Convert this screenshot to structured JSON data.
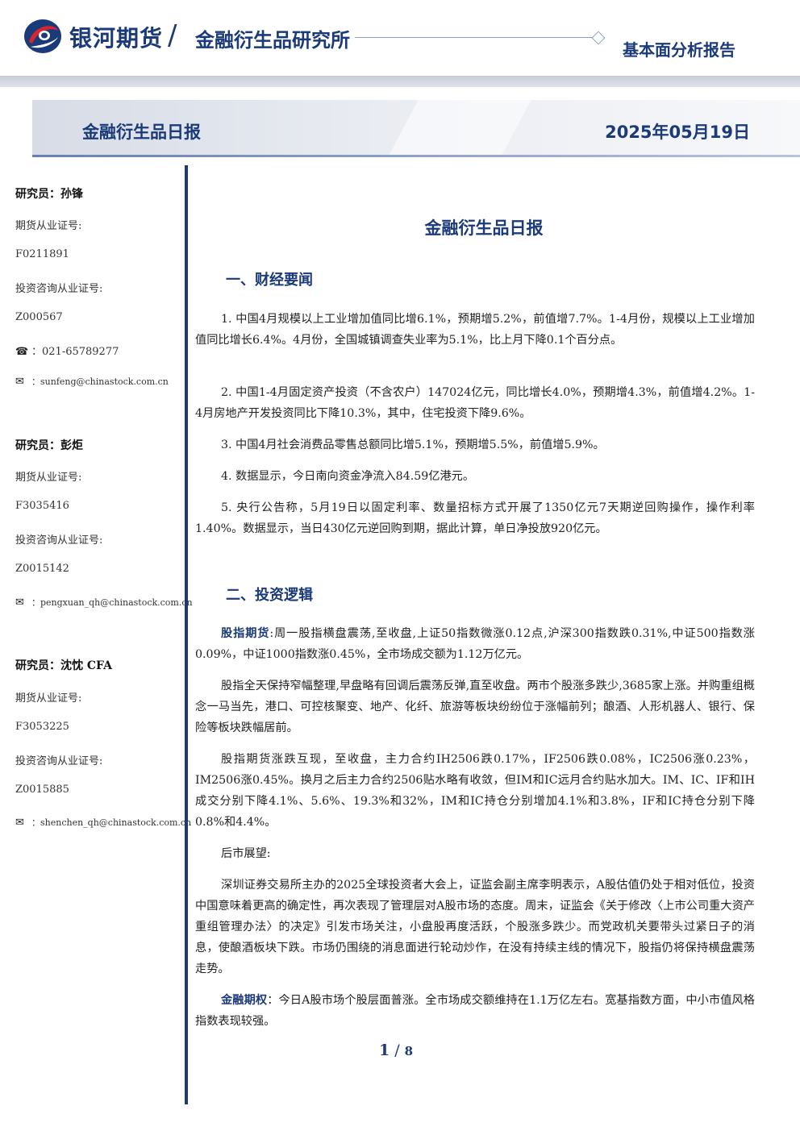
{
  "header": {
    "brand": "银河期货",
    "slash": "/",
    "institute": "金融衍生品研究所",
    "report_type": "基本面分析报告",
    "colors": {
      "brand_blue": "#1b3a7a",
      "logo_red": "#d7262e"
    }
  },
  "banner": {
    "title": "金融衍生品日报",
    "date": "2025年05月19日"
  },
  "sidebar": {
    "analysts": [
      {
        "name_line": "研究员：孙锋",
        "futures_cert_label": "期货从业证号:",
        "futures_cert": "F0211891",
        "advisory_cert_label": "投资咨询从业证号:",
        "advisory_cert": "Z000567",
        "phone": "：021-65789277",
        "email": "：sunfeng@chinastock.com.cn"
      },
      {
        "name_line": "研究员：彭炬",
        "futures_cert_label": "期货从业证号:",
        "futures_cert": "F3035416",
        "advisory_cert_label": "投资咨询从业证号:",
        "advisory_cert": "Z0015142",
        "email": "：pengxuan_qh@chinastock.com.cn"
      },
      {
        "name_line": "研究员：沈忱  CFA",
        "futures_cert_label": "期货从业证号:",
        "futures_cert": "F3053225",
        "advisory_cert_label": "投资咨询从业证号:",
        "advisory_cert": "Z0015885",
        "email": "：shenchen_qh@chinastock.com.cn"
      }
    ],
    "icons": {
      "phone": "phone-icon",
      "email": "email-icon"
    }
  },
  "main": {
    "doc_title": "金融衍生品日报",
    "section1_title": "一、财经要闻",
    "news": [
      "1. 中国4月规模以上工业增加值同比增6.1%，预期增5.2%，前值增7.7%。1-4月份，规模以上工业增加值同比增长6.4%。4月份，全国城镇调查失业率为5.1%，比上月下降0.1个百分点。",
      "2. 中国1-4月固定资产投资（不含农户）147024亿元，同比增长4.0%，预期增4.3%，前值增4.2%。1-4月房地产开发投资同比下降10.3%，其中，住宅投资下降9.6%。",
      "3. 中国4月社会消费品零售总额同比增5.1%，预期增5.5%，前值增5.9%。",
      "4. 数据显示，今日南向资金净流入84.59亿港元。",
      "5. 央行公告称，5月19日以固定利率、数量招标方式开展了1350亿元7天期逆回购操作，操作利率1.40%。数据显示，当日430亿元逆回购到期，据此计算，单日净投放920亿元。"
    ],
    "section2_title": "二、投资逻辑",
    "stock_futures_lead": "股指期货",
    "stock_futures_text": ":周一股指横盘震荡,至收盘,上证50指数微涨0.12点,沪深300指数跌0.31%,中证500指数涨0.09%，中证1000指数涨0.45%，全市场成交额为1.12万亿元。",
    "para_intraday": "股指全天保持窄幅整理,早盘略有回调后震荡反弹,直至收盘。两市个股涨多跌少,3685家上涨。并购重组概念一马当先，港口、可控核聚变、地产、化纤、旅游等板块纷纷位于涨幅前列；酿酒、人形机器人、银行、保险等板块跌幅居前。",
    "para_contracts": "股指期货涨跌互现，至收盘，主力合约IH2506跌0.17%，IF2506跌0.08%，IC2506涨0.23%，IM2506涨0.45%。换月之后主力合约2506贴水略有收敛，但IM和IC远月合约贴水加大。IM、IC、IF和IH成交分别下降4.1%、5.6%、19.3%和32%，IM和IC持仓分别增加4.1%和3.8%，IF和IC持仓分别下降0.8%和4.4%。",
    "outlook_label": "后市展望:",
    "para_outlook": "深圳证券交易所主办的2025全球投资者大会上，证监会副主席李明表示，A股估值仍处于相对低位，投资中国意味着更高的确定性，再次表现了管理层对A股市场的态度。周末，证监会《关于修改〈上市公司重大资产重组管理办法〉的决定》引发市场关注，小盘股再度活跃，个股涨多跌少。而党政机关要带头过紧日子的消息，使酿酒板块下跌。市场仍围绕的消息面进行轮动炒作，在没有持续主线的情况下，股指仍将保持横盘震荡走势。",
    "options_lead": "金融期权",
    "options_text": "：今日A股市场个股层面普涨。全市场成交额维持在1.1万亿左右。宽基指数方面，中小市值风格指数表现较强。"
  },
  "footer": {
    "page": "1",
    "slash": "/",
    "total": "8"
  }
}
